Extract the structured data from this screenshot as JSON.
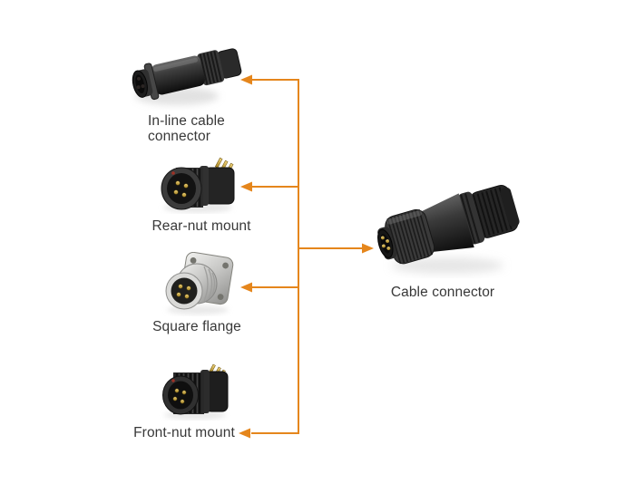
{
  "diagram": {
    "accent_color": "#e5861c",
    "text_color": "#383838",
    "left_items": [
      {
        "id": "inline-cable-connector",
        "label": "In-line cable connector"
      },
      {
        "id": "rear-nut-mount",
        "label": "Rear-nut mount"
      },
      {
        "id": "square-flange",
        "label": "Square flange"
      },
      {
        "id": "front-nut-mount",
        "label": "Front-nut mount"
      }
    ],
    "right_item": {
      "id": "cable-connector",
      "label": "Cable connector"
    }
  }
}
